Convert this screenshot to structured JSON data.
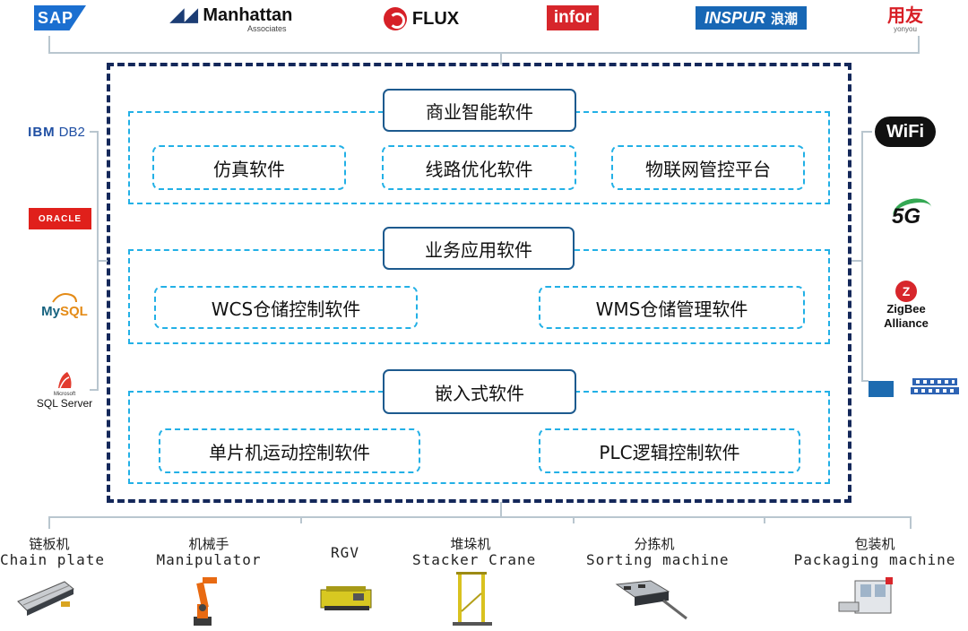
{
  "vendors": [
    "SAP",
    "Manhattan",
    "Associates",
    "FLUX",
    "infor",
    "INSPUR",
    "浪潮",
    "用友",
    "yonyou"
  ],
  "sections": [
    {
      "title": "商业智能软件",
      "items": [
        "仿真软件",
        "线路优化软件",
        "物联网管控平台"
      ]
    },
    {
      "title": "业务应用软件",
      "items": [
        "WCS仓储控制软件",
        "WMS仓储管理软件"
      ]
    },
    {
      "title": "嵌入式软件",
      "items": [
        "单片机运动控制软件",
        "PLC逻辑控制软件"
      ]
    }
  ],
  "databases": {
    "ibm": "IBM",
    "db2": "DB2",
    "oracle": "ORACLE",
    "mysql_my": "My",
    "mysql_sql": "SQL",
    "sqlserver_small": "Microsoft",
    "sqlserver": "SQL Server"
  },
  "protocols": {
    "wifi": "WiFi",
    "fiveg": "5G",
    "zigbee_mark": "Z",
    "zigbee": "ZigBee",
    "alliance": "Alliance"
  },
  "equipment": [
    {
      "cn": "链板机",
      "en": "Chain plate"
    },
    {
      "cn": "机械手",
      "en": "Manipulator"
    },
    {
      "cn": "",
      "en": "RGV"
    },
    {
      "cn": "堆垛机",
      "en": "Stacker Crane"
    },
    {
      "cn": "分拣机",
      "en": "Sorting machine"
    },
    {
      "cn": "包装机",
      "en": "Packaging machine"
    }
  ],
  "colors": {
    "frame": "#14285a",
    "section_border": "#22b0e6",
    "title_border": "#1d5a8e",
    "connector": "#b9c6cf"
  }
}
